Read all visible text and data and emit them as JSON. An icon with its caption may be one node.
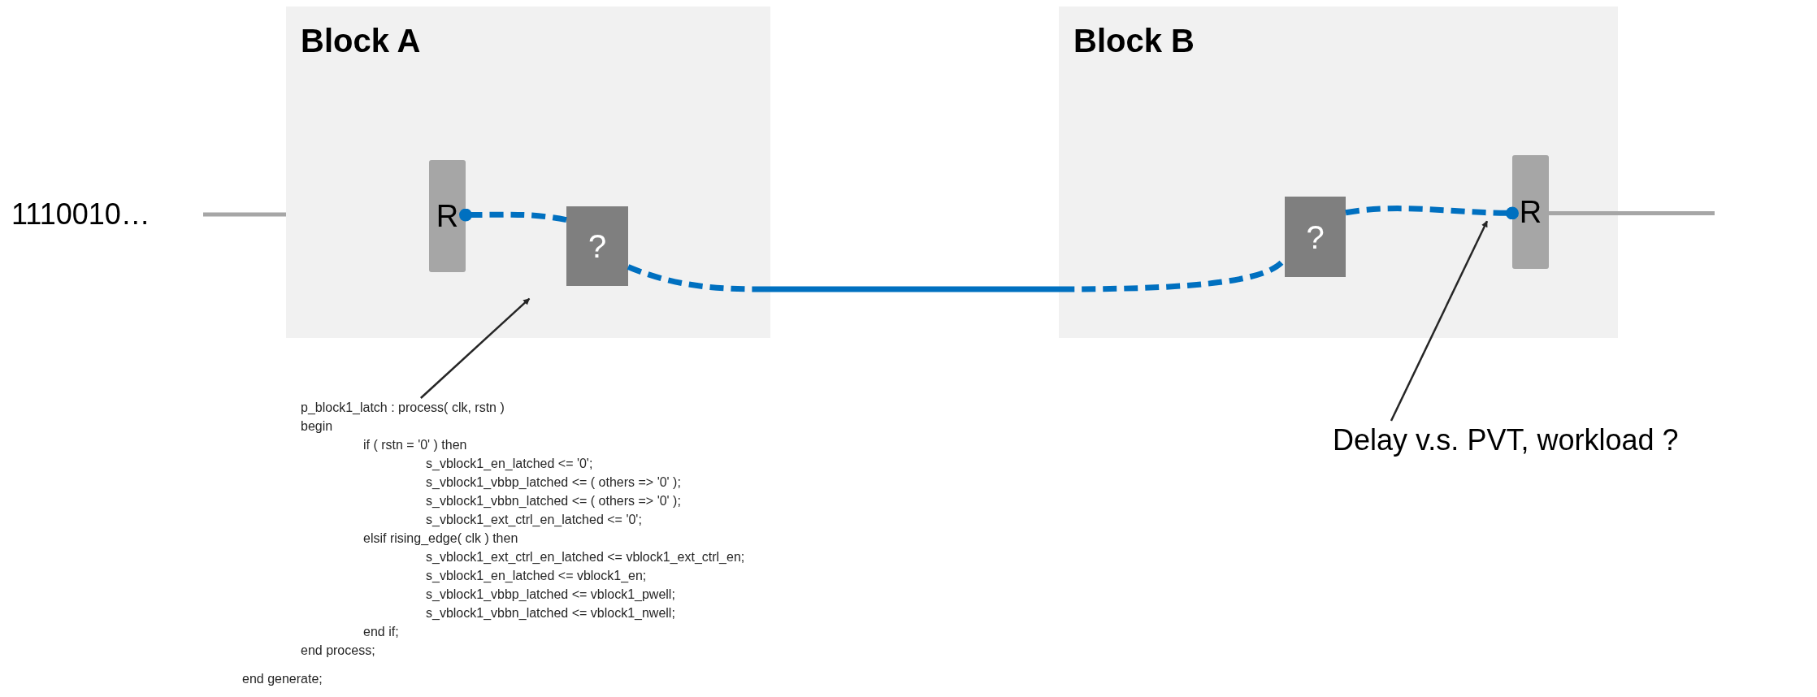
{
  "diagram": {
    "nodes": [
      {
        "text": [
          "Block A"
        ]
      },
      {
        "text": [
          "R"
        ],
        "in": 0
      },
      {
        "text": [
          "?"
        ],
        "in": 0
      },
      {
        "text": [
          "Block B"
        ]
      },
      {
        "text": [
          "?"
        ],
        "in": 3
      },
      {
        "text": [
          "R"
        ],
        "in": 3
      },
      {
        "text": [
          "1110010…"
        ]
      },
      {
        "text": [
          "p_block1_latch : process( clk, rstn )",
          "begin",
          "if ( rstn = '0' ) then",
          "s_vblock1_en_latched <= '0';",
          "s_vblock1_vbbp_latched <= ( others => '0' );",
          "s_vblock1_vbbn_latched <= ( others => '0' );",
          "s_vblock1_ext_ctrl_en_latched <= '0';",
          "elsif rising_edge( clk ) then",
          "s_vblock1_ext_ctrl_en_latched <= vblock1_ext_ctrl_en;",
          "s_vblock1_en_latched <= vblock1_en;",
          "s_vblock1_vbbp_latched <= vblock1_pwell;",
          "s_vblock1_vbbn_latched <= vblock1_nwell;",
          "end if;",
          "end process;"
        ]
      },
      {
        "text": [
          "Delay v.s. PVT, workload ?"
        ]
      }
    ],
    "edges": [
      {
        "from": 6,
        "to": 0,
        "arrow": "none",
        "color": "#a6a6a6"
      },
      {
        "from": 2,
        "to": 1,
        "arrow": "other",
        "style": "dashed"
      },
      {
        "from": 2,
        "to": 4,
        "arrow": "none",
        "style": "dashed"
      },
      {
        "from": 4,
        "to": 5,
        "arrow": "other",
        "style": "dashed"
      },
      {
        "from": 5,
        "to": null,
        "arrow": "none",
        "color": "#a6a6a6"
      },
      {
        "from": 7,
        "to": 2,
        "arrow": "to",
        "color": "#262626"
      },
      {
        "from": 8,
        "to": 5,
        "arrow": "to",
        "color": "#262626"
      }
    ],
    "labels": [
      "end generate;"
    ]
  }
}
